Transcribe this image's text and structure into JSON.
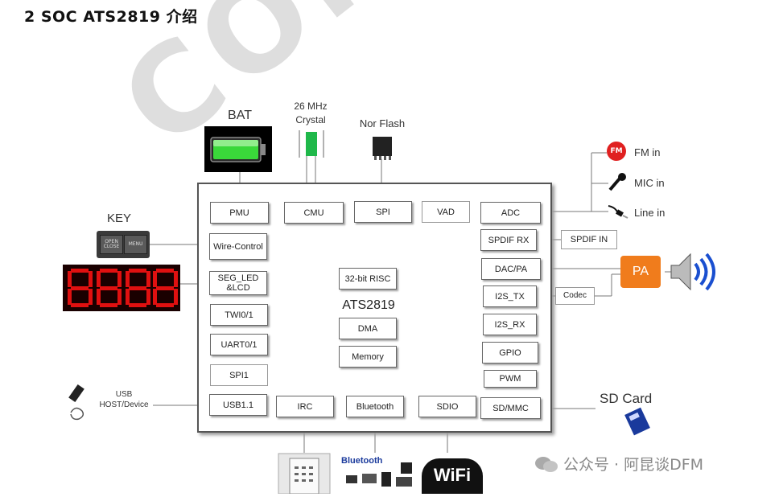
{
  "heading": "2  SOC  ATS2819 介绍",
  "chip_name": "ATS2819",
  "external": {
    "bat": "BAT",
    "crystal_line1": "26 MHz",
    "crystal_line2": "Crystal",
    "nor_flash": "Nor Flash",
    "key": "KEY",
    "key_open": "OPEN CLOSE",
    "key_menu": "MENU",
    "fm_icon": "FM",
    "fm_in": "FM in",
    "mic_in": "MIC in",
    "line_in": "Line in",
    "spdif_in": "SPDIF IN",
    "pa": "PA",
    "codec": "Codec",
    "sd_card": "SD Card",
    "usb_line1": "USB",
    "usb_line2": "HOST/Device",
    "bluetooth_logo": "Bluetooth",
    "wifi_logo": "WiFi"
  },
  "blocks": {
    "pmu": "PMU",
    "cmu": "CMU",
    "spi": "SPI",
    "vad": "VAD",
    "adc": "ADC",
    "wire_control": "Wire-Control",
    "seg_led_1": "SEG_LED",
    "seg_led_2": "&LCD",
    "twi": "TWI0/1",
    "uart": "UART0/1",
    "spi1": "SPI1",
    "usb11": "USB1.1",
    "risc": "32-bit RISC",
    "dma": "DMA",
    "memory": "Memory",
    "spdif_rx": "SPDIF RX",
    "dac_pa": "DAC/PA",
    "i2s_tx": "I2S_TX",
    "i2s_rx": "I2S_RX",
    "gpio": "GPIO",
    "pwm": "PWM",
    "sd_mmc": "SD/MMC",
    "irc": "IRC",
    "bluetooth": "Bluetooth",
    "sdio": "SDIO"
  },
  "watermark": "公众号 · 阿昆谈DFM",
  "colors": {
    "pa_orange": "#f07c1c",
    "fm_red": "#e02020",
    "battery_green": "#3ad83a",
    "segment_red": "#e01010",
    "speaker_blue": "#1a4fd0"
  }
}
